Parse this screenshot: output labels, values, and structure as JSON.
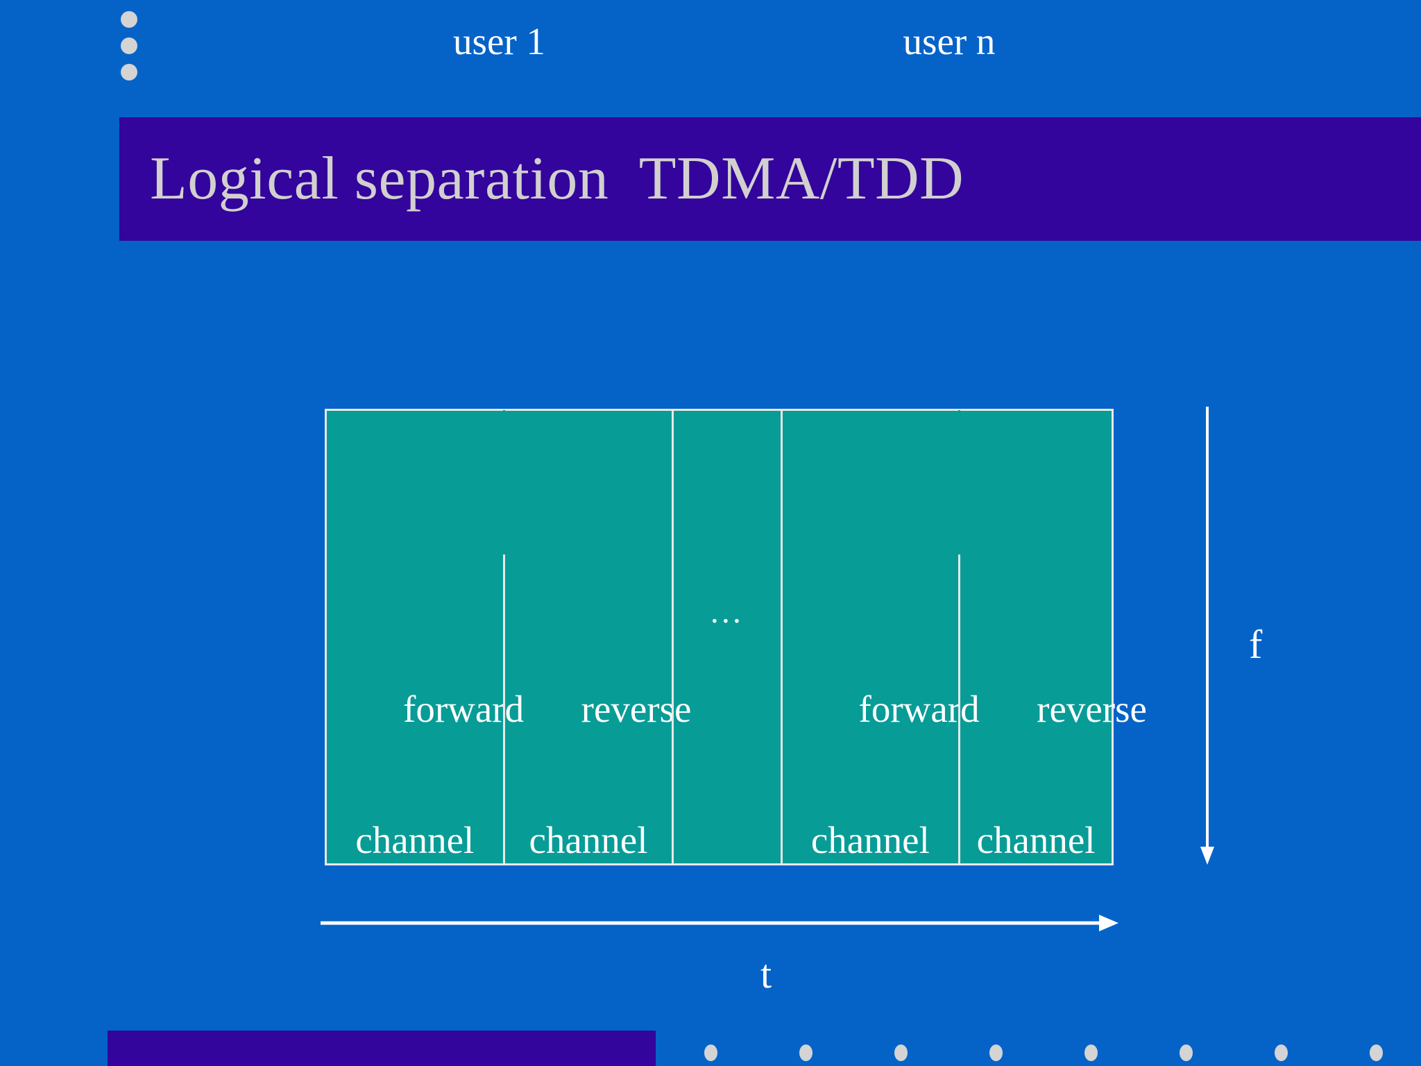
{
  "slide": {
    "title": "Logical separation  TDMA/TDD",
    "background_color": "#0563c8",
    "title_band_color": "#33059c",
    "title_text_color": "#d2d0cf",
    "accent_block_color": "#089c97",
    "line_color": "#ffffff",
    "dot_color": "#d4d4d4"
  },
  "decorations": {
    "top_dots_count": 3,
    "bottom_dots_count": 8,
    "bottom_bar_color": "#33059c"
  },
  "diagram": {
    "type": "tdma-tdd-frame",
    "user_groups": [
      {
        "name": "user 1",
        "slots": [
          {
            "line1": "forward",
            "line2": "channel"
          },
          {
            "line1": "reverse",
            "line2": "channel"
          }
        ]
      },
      {
        "name": "user n",
        "slots": [
          {
            "line1": "forward",
            "line2": "channel"
          },
          {
            "line1": "reverse",
            "line2": "channel"
          }
        ]
      }
    ],
    "gap_symbol": "...",
    "axes": {
      "vertical": {
        "label": "f",
        "direction": "down"
      },
      "horizontal": {
        "label": "t",
        "direction": "right"
      }
    }
  }
}
